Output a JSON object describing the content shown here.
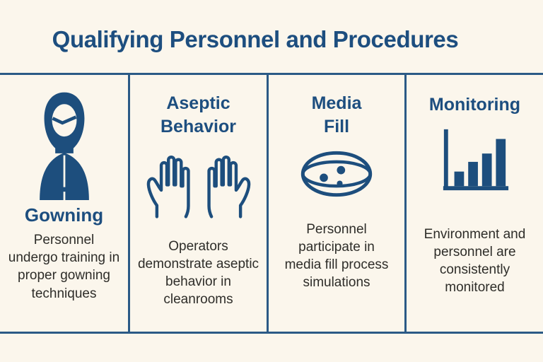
{
  "title": "Qualifying Personnel and Procedures",
  "columns": [
    {
      "heading": "Gowning",
      "icon": "gowned-person-icon",
      "description": "Personnel undergo training in proper gowning techniques"
    },
    {
      "heading": "Aseptic Behavior",
      "icon": "raised-hands-icon",
      "description": "Operators demonstrate aseptic behavior in cleanrooms"
    },
    {
      "heading": "Media Fill",
      "icon": "petri-dish-icon",
      "description": "Personnel participate in media fill process simulations"
    },
    {
      "heading": "Monitoring",
      "icon": "bar-chart-icon",
      "description": "Environment and personnel are consistently monitored"
    }
  ],
  "colors": {
    "background": "#FBF6EC",
    "accent_navy": "#1D4E7D",
    "divider": "#2B5A86",
    "body_text": "#2E2D29"
  }
}
